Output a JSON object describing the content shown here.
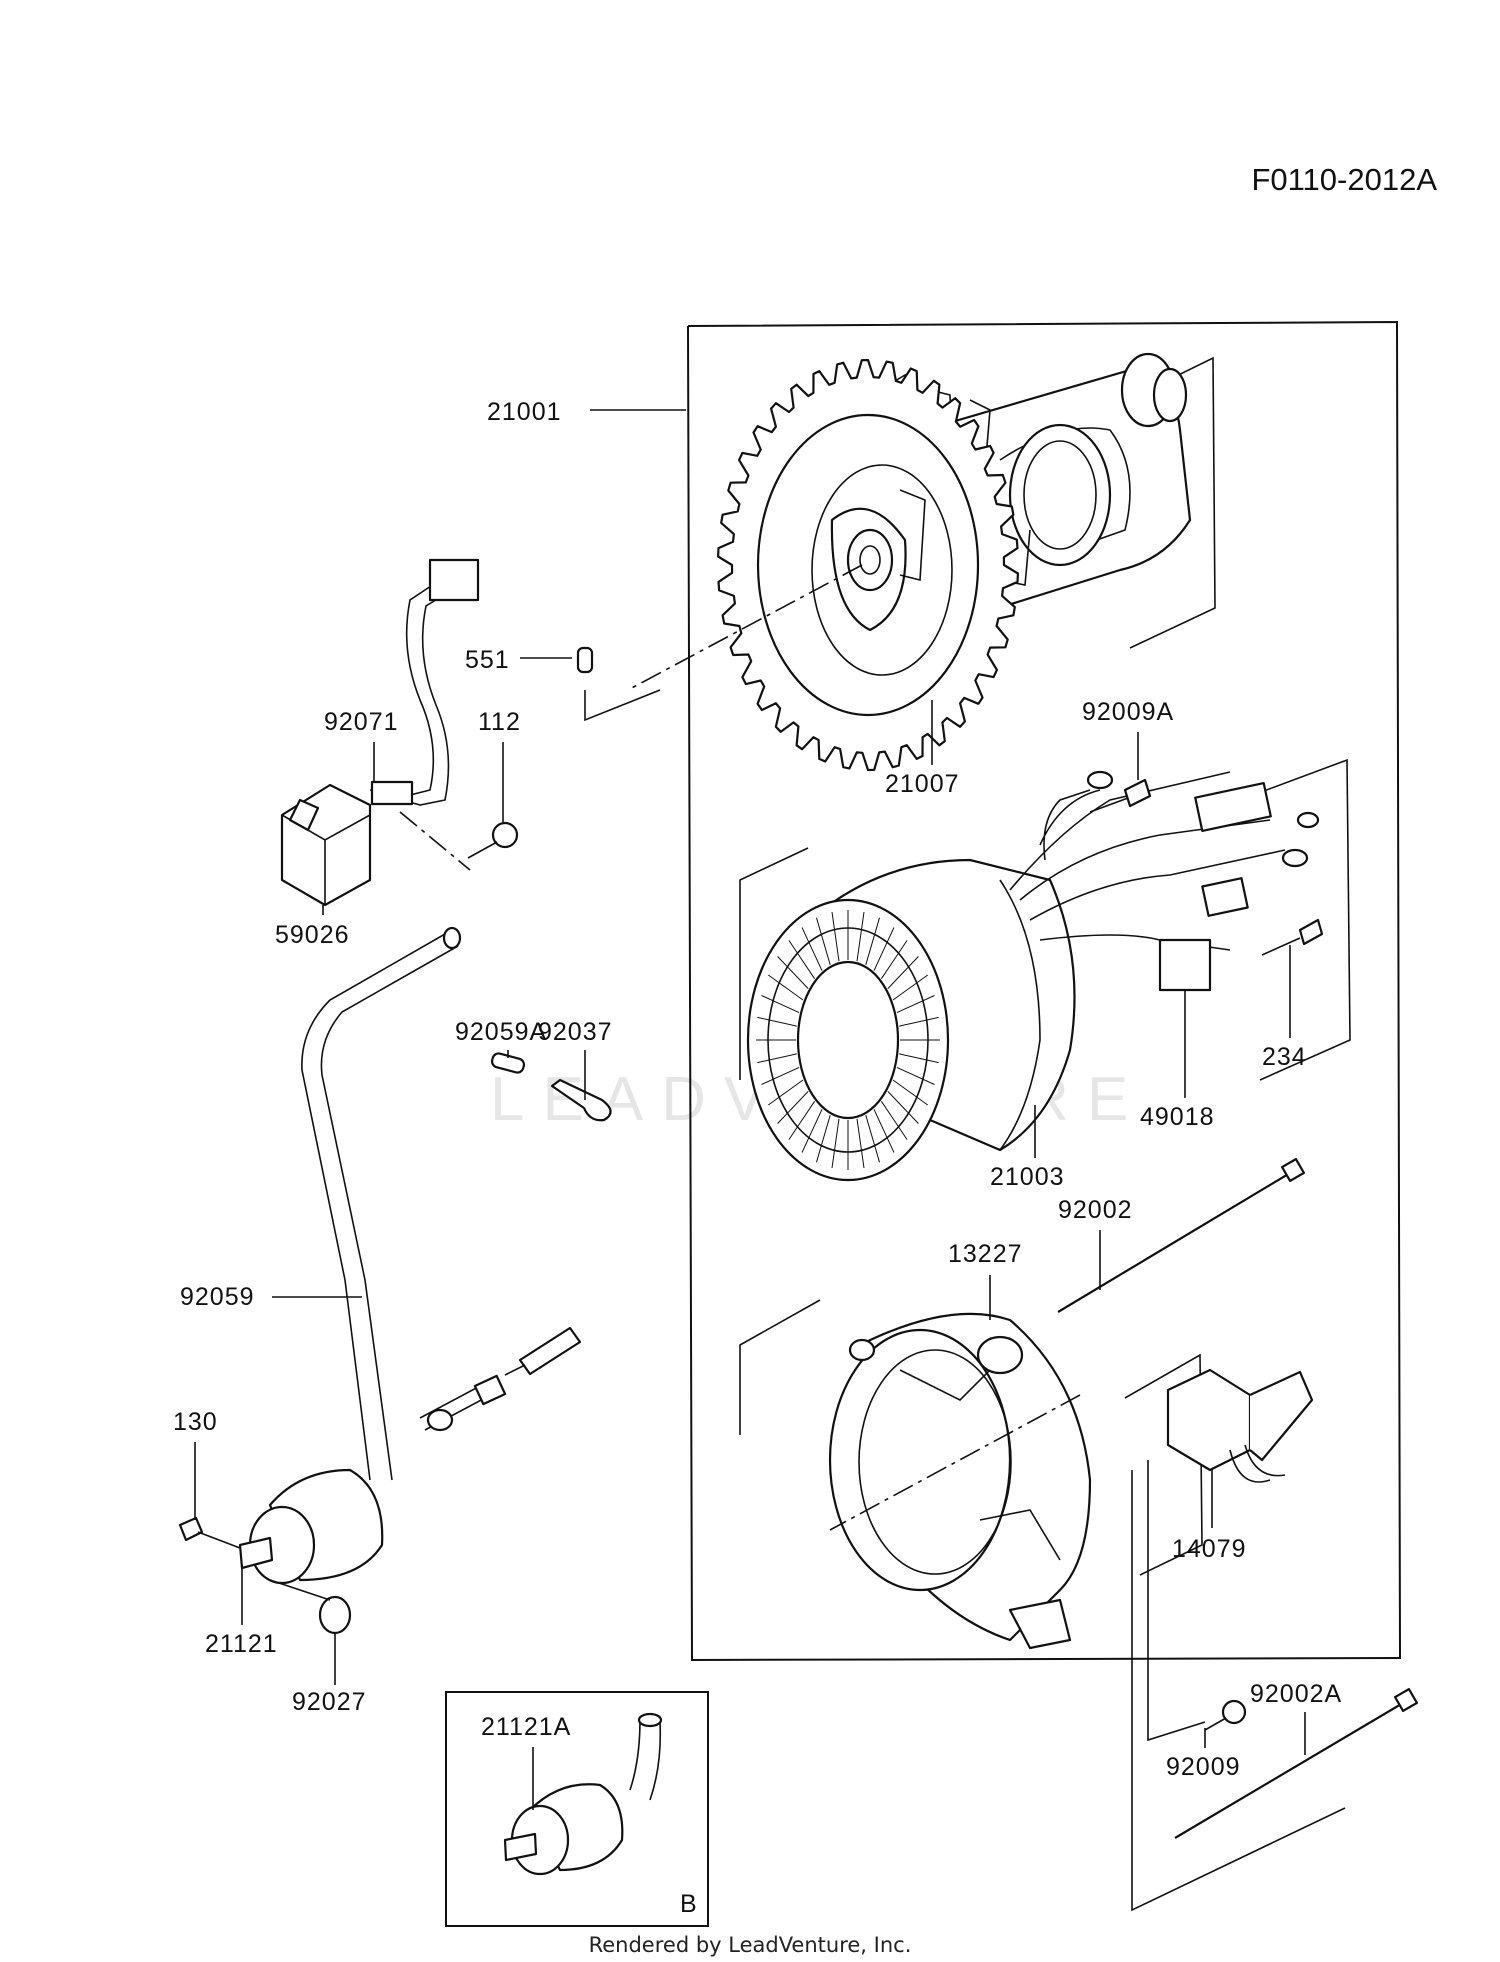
{
  "diagram_code": "F0110-2012A",
  "footer": "Rendered by LeadVenture, Inc.",
  "watermark": "LEADVENTURE",
  "inset_marker": "B",
  "parts": [
    {
      "id": "21001",
      "label": "21001"
    },
    {
      "id": "551",
      "label": "551"
    },
    {
      "id": "21007",
      "label": "21007"
    },
    {
      "id": "92071",
      "label": "92071"
    },
    {
      "id": "112",
      "label": "112"
    },
    {
      "id": "59026",
      "label": "59026"
    },
    {
      "id": "92009A",
      "label": "92009A"
    },
    {
      "id": "234",
      "label": "234"
    },
    {
      "id": "49018",
      "label": "49018"
    },
    {
      "id": "21003",
      "label": "21003"
    },
    {
      "id": "92059A",
      "label": "92059A"
    },
    {
      "id": "92037",
      "label": "92037"
    },
    {
      "id": "92002",
      "label": "92002"
    },
    {
      "id": "13227",
      "label": "13227"
    },
    {
      "id": "92059",
      "label": "92059"
    },
    {
      "id": "14079",
      "label": "14079"
    },
    {
      "id": "130",
      "label": "130"
    },
    {
      "id": "21121",
      "label": "21121"
    },
    {
      "id": "92027",
      "label": "92027"
    },
    {
      "id": "21121A",
      "label": "21121A"
    },
    {
      "id": "92009",
      "label": "92009"
    },
    {
      "id": "92002A",
      "label": "92002A"
    }
  ]
}
